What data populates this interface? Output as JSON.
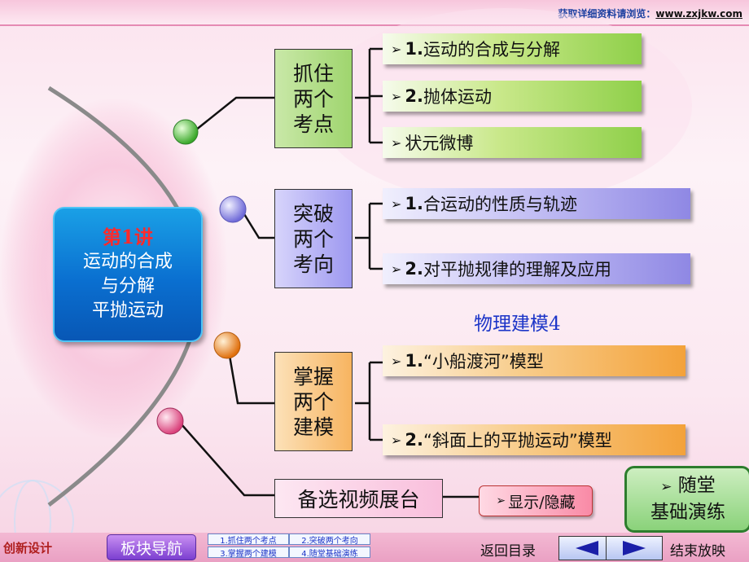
{
  "header": {
    "source_prefix": "获取详细资料请浏览：",
    "source_url": "www.zxjkw.com"
  },
  "title_box": {
    "lecture": "第1讲",
    "line1": "运动的合成",
    "line2": "与分解",
    "line3": "平抛运动"
  },
  "categories": [
    {
      "label": "抓住两个考点",
      "lines": [
        "抓住",
        "两个",
        "考点"
      ]
    },
    {
      "label": "突破两个考向",
      "lines": [
        "突破",
        "两个",
        "考向"
      ]
    },
    {
      "label": "掌握两个建模",
      "lines": [
        "掌握",
        "两个",
        "建模"
      ]
    }
  ],
  "items": {
    "kp1": {
      "num": "1.",
      "text": "运动的合成与分解"
    },
    "kp2": {
      "num": "2.",
      "text": "抛体运动"
    },
    "kp3": {
      "num": "",
      "text": "状元微博"
    },
    "dir1": {
      "num": "1.",
      "text": "合运动的性质与轨迹"
    },
    "dir2": {
      "num": "2.",
      "text": "对平抛规律的理解及应用"
    },
    "model1": {
      "num": "1.",
      "text": "“小船渡河”模型"
    },
    "model2": {
      "num": "2.",
      "text": "“斜面上的平抛运动”模型"
    }
  },
  "model_heading": "物理建模4",
  "video": {
    "label": "备选视频展台",
    "toggle": "显示/隐藏"
  },
  "practice": {
    "line1": "随堂",
    "line2": "基础演练"
  },
  "bottom_bar": {
    "logo": "创新设计",
    "nav": "板块导航",
    "quick_links": [
      "1.抓住两个考点",
      "2.突破两个考向",
      "3.掌握两个建模",
      "4.随堂基础演练"
    ],
    "back": "返回目录",
    "end": "结束放映"
  },
  "colors": {
    "node_green": "#4fc23a",
    "node_purple": "#8c88e8",
    "node_orange": "#f08a1c",
    "node_pink": "#e85a8e",
    "title_blue": "#0a6fd0"
  }
}
